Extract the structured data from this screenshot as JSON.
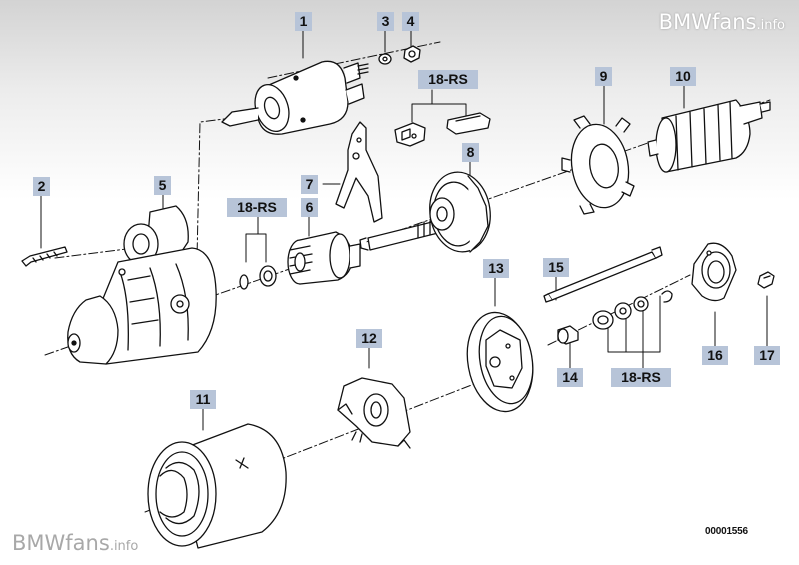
{
  "callouts": {
    "c1": "1",
    "c2": "2",
    "c3": "3",
    "c4": "4",
    "c5": "5",
    "c6": "6",
    "c7": "7",
    "c8": "8",
    "c9": "9",
    "c10": "10",
    "c11": "11",
    "c12": "12",
    "c13": "13",
    "c14": "14",
    "c15": "15",
    "c16": "16",
    "c17": "17",
    "rs_a": "18-RS",
    "rs_b": "18-RS",
    "rs_c": "18-RS"
  },
  "watermark": {
    "brand": "BMWfans",
    "suffix": ".info"
  },
  "drawing_code": "00001556"
}
